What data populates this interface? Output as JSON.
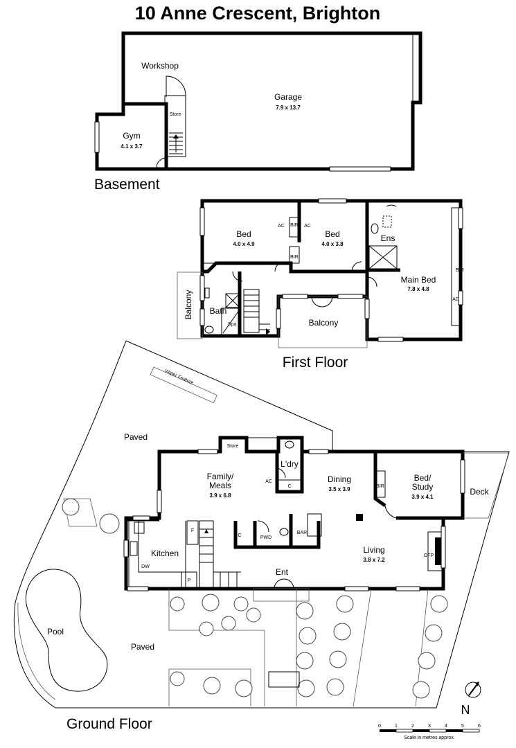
{
  "title": "10 Anne Crescent, Brighton",
  "floors": {
    "basement": "Basement",
    "first": "First Floor",
    "ground": "Ground Floor"
  },
  "basement": {
    "workshop": "Workshop",
    "garage": {
      "name": "Garage",
      "dim": "7.9 x 13.7"
    },
    "store": "Store",
    "gym": {
      "name": "Gym",
      "dim": "4.1 x 3.7"
    }
  },
  "first_floor": {
    "bed1": {
      "name": "Bed",
      "dim": "4.0 x 4.9"
    },
    "bed2": {
      "name": "Bed",
      "dim": "4.0 x 3.8"
    },
    "main_bed": {
      "name": "Main Bed",
      "dim": "7.8 x 4.8"
    },
    "ens": "Ens",
    "bath": "Bath",
    "spa": "Spa",
    "balcony_side": "Balcony",
    "balcony_front": "Balcony",
    "ac": "AC",
    "bir": "BIR"
  },
  "ground_floor": {
    "water_feature": "Water Feature",
    "paved_top": "Paved",
    "paved_bottom": "Paved",
    "store": "Store",
    "laundry": "L'dry",
    "laundry_c": "C",
    "family": {
      "name_line1": "Family/",
      "name_line2": "Meals",
      "dim": "3.9 x 6.8"
    },
    "dining": {
      "name": "Dining",
      "dim": "3.5 x 3.9"
    },
    "bed_study": {
      "name_line1": "Bed/",
      "name_line2": "Study",
      "dim": "3.9 x 4.1"
    },
    "deck": "Deck",
    "kitchen": "Kitchen",
    "dw": "DW",
    "f": "F",
    "p": "P",
    "c": "C",
    "pwd": "PWD",
    "bar": "BAR",
    "living": {
      "name": "Living",
      "dim": "3.8 x 7.2"
    },
    "ofp": "OFP",
    "ent": "Ent",
    "pool": "Pool",
    "ac": "AC",
    "bir": "BIR"
  },
  "north": "N",
  "scale": {
    "ticks": [
      "0",
      "1",
      "2",
      "3",
      "4",
      "5",
      "6"
    ],
    "label": "Scale in metres approx."
  }
}
